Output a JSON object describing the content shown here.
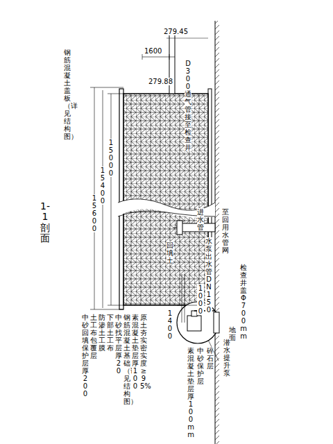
{
  "diagram": {
    "title": "1-1剖面",
    "labels": [
      "279.45",
      "1600",
      "D300通气管接至检查井",
      "279.88",
      "钢筋混凝土盖板（详见结构图）",
      "15000",
      "15400",
      "15600",
      "进水管",
      "回填土",
      "水泵出水管DN150",
      "至回用水管网",
      "1000",
      "1400",
      "地面",
      "检查井盖Φ700mm",
      "潜水提升泵",
      "素混凝土垫层 厚100mm",
      "中砂保护层",
      "碎石层",
      "中砂回填保护层 厚200",
      "土工布包覆层",
      "防渗土工膜",
      "下部土工布",
      "中砂找平层 厚20",
      "钢筋混凝土基础（详见结构图）",
      "素混凝土垫层 厚100",
      "原土夯实 密实度≥95%"
    ]
  }
}
